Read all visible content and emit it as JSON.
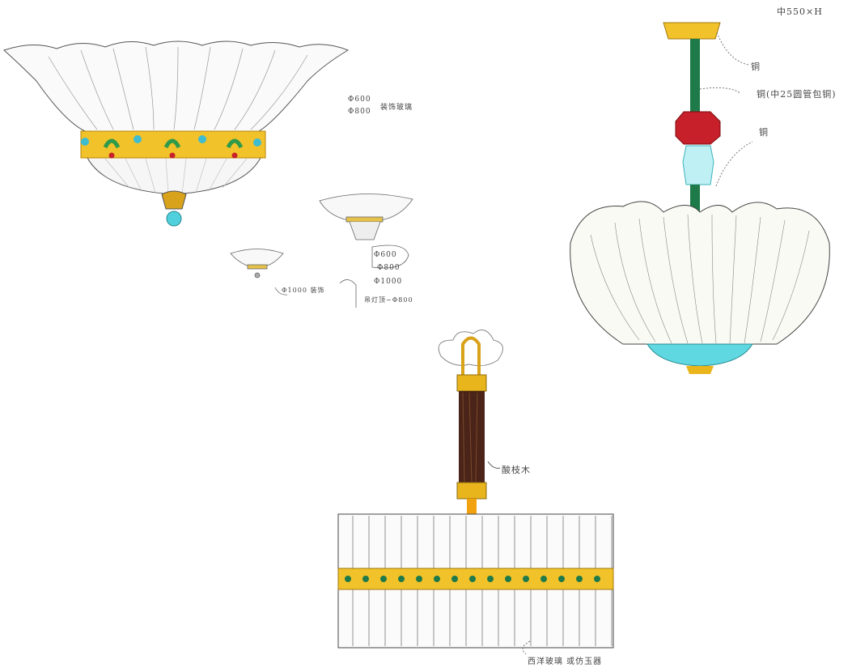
{
  "annotations": {
    "dimension": "中550×H",
    "canopy_material": "铜",
    "rod_material": "铜(中25圆管包铜)",
    "crystal_material": "铜",
    "column_material": "酸枝木",
    "shade_material": "西洋玻璃 或仿玉器",
    "left_sizes": [
      "Φ600",
      "Φ800"
    ],
    "left_note": "装饰玻璃",
    "small_sizes": [
      "Φ600",
      "Φ800",
      "Φ1000"
    ],
    "small_note": "Φ1000 装饰",
    "small_note2": "吊灯顶~Φ800"
  },
  "colors": {
    "gold": "#e9b51c",
    "green": "#1f7a4a",
    "red": "#c8202a",
    "turquoise": "#4fd0dc",
    "wood": "#4a2418"
  }
}
